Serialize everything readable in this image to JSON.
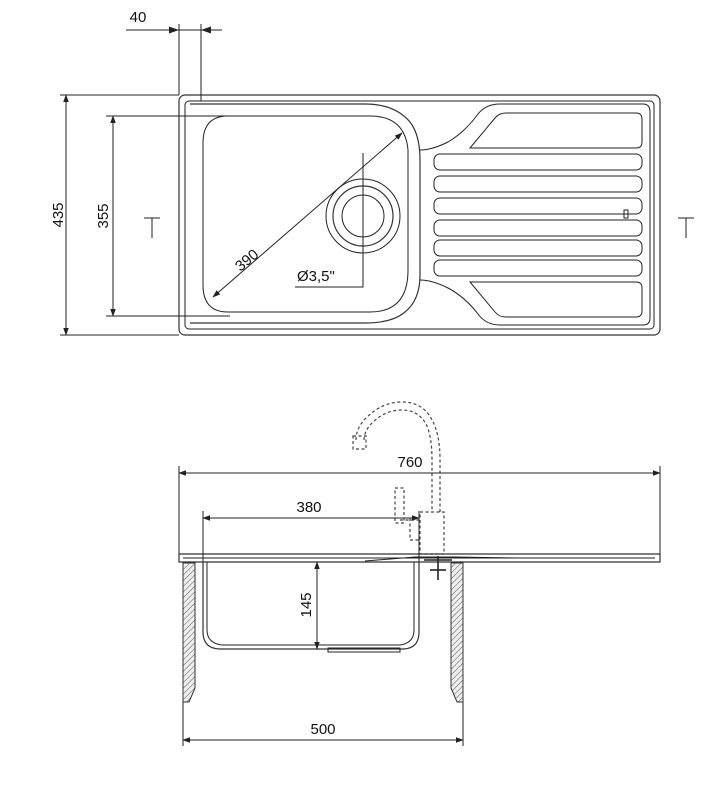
{
  "top_view": {
    "dim_top": "40",
    "dim_total_depth": "435",
    "dim_bowl_depth": "355",
    "dim_diagonal": "390",
    "dim_drain": "Ø3,5\""
  },
  "side_view": {
    "dim_total_length": "760",
    "dim_bowl_width": "380",
    "dim_bowl_height": "145",
    "dim_cabinet": "500"
  },
  "colors": {
    "line": "#222222",
    "background": "#ffffff"
  }
}
